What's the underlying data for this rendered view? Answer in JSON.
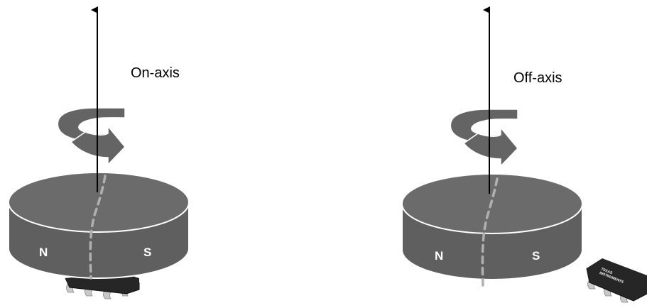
{
  "panels": [
    {
      "id": "on-axis",
      "title": "On-axis",
      "poles": {
        "north": "N",
        "south": "S"
      }
    },
    {
      "id": "off-axis",
      "title": "Off-axis",
      "poles": {
        "north": "N",
        "south": "S"
      },
      "chip_logo_text": [
        "TEXAS",
        "INSTRUMENTS"
      ]
    }
  ],
  "colors": {
    "magnet_side": "#5f5f5f",
    "magnet_top": "#6b6b6b",
    "magnet_edge": "#ffffff",
    "split_line": "#b0b0b0",
    "rotation_arrow": "#646464",
    "axis": "#000000",
    "chip_body": "#262626",
    "chip_pins": "#c8c8c8"
  },
  "icons": {
    "axis_arrow": "up-arrow",
    "rotation": "curved-rotation-arrow",
    "sensor_chip": "ic-package"
  }
}
